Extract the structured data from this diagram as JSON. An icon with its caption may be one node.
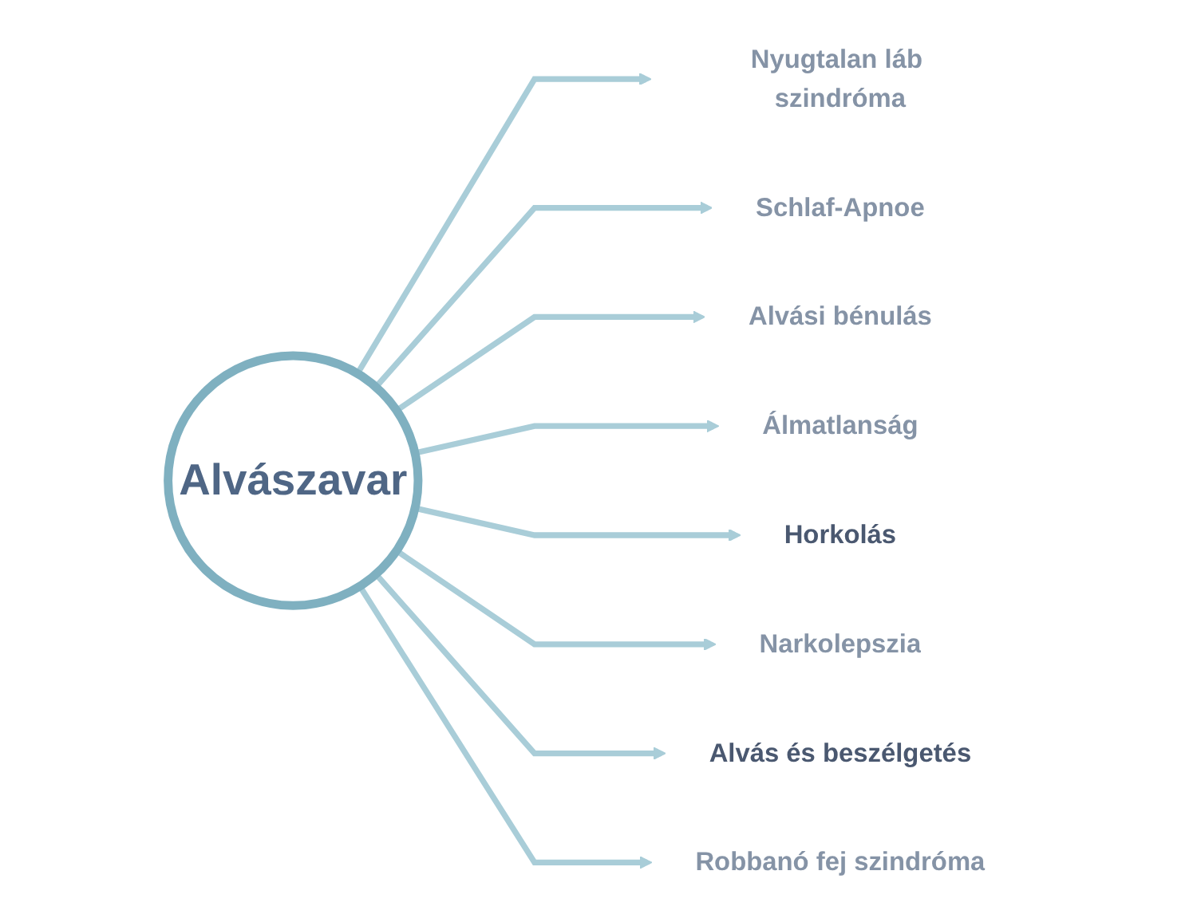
{
  "diagram": {
    "nodes": [
      {
        "text": [
          "Alvászavar"
        ]
      },
      {
        "text": [
          "Nyugtalan láb szindróma"
        ]
      },
      {
        "text": [
          "Schlaf-Apnoe"
        ]
      },
      {
        "text": [
          "Alvási bénulás"
        ]
      },
      {
        "text": [
          "Álmatlanság"
        ]
      },
      {
        "text": [
          "Horkolás"
        ]
      },
      {
        "text": [
          "Narkolepszia"
        ]
      },
      {
        "text": [
          "Alvás és beszélgetés"
        ]
      },
      {
        "text": [
          "Robbanó fej szindróma"
        ]
      }
    ],
    "edges": [
      {
        "from": 0,
        "to": 1,
        "arrow": "to"
      },
      {
        "from": 0,
        "to": 2,
        "arrow": "to"
      },
      {
        "from": 0,
        "to": 3,
        "arrow": "to"
      },
      {
        "from": 0,
        "to": 4,
        "arrow": "to"
      },
      {
        "from": 0,
        "to": 5,
        "arrow": "to"
      },
      {
        "from": 0,
        "to": 6,
        "arrow": "to"
      },
      {
        "from": 0,
        "to": 7,
        "arrow": "to"
      },
      {
        "from": 0,
        "to": 8,
        "arrow": "to"
      }
    ]
  }
}
